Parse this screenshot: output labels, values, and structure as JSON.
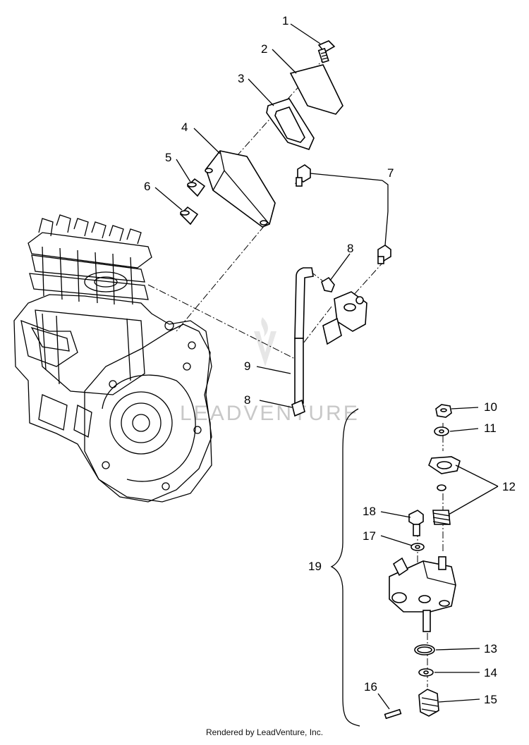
{
  "diagram": {
    "callouts": [
      {
        "id": "1",
        "label": "1"
      },
      {
        "id": "2",
        "label": "2"
      },
      {
        "id": "3",
        "label": "3"
      },
      {
        "id": "4",
        "label": "4"
      },
      {
        "id": "5",
        "label": "5"
      },
      {
        "id": "6",
        "label": "6"
      },
      {
        "id": "7",
        "label": "7"
      },
      {
        "id": "8a",
        "label": "8"
      },
      {
        "id": "8b",
        "label": "8"
      },
      {
        "id": "9",
        "label": "9"
      },
      {
        "id": "10",
        "label": "10"
      },
      {
        "id": "11",
        "label": "11"
      },
      {
        "id": "12",
        "label": "12"
      },
      {
        "id": "13",
        "label": "13"
      },
      {
        "id": "14",
        "label": "14"
      },
      {
        "id": "15",
        "label": "15"
      },
      {
        "id": "16",
        "label": "16"
      },
      {
        "id": "17",
        "label": "17"
      },
      {
        "id": "18",
        "label": "18"
      },
      {
        "id": "19",
        "label": "19"
      }
    ]
  },
  "watermark": "LEADVENTURE",
  "footer": "Rendered by LeadVenture, Inc."
}
